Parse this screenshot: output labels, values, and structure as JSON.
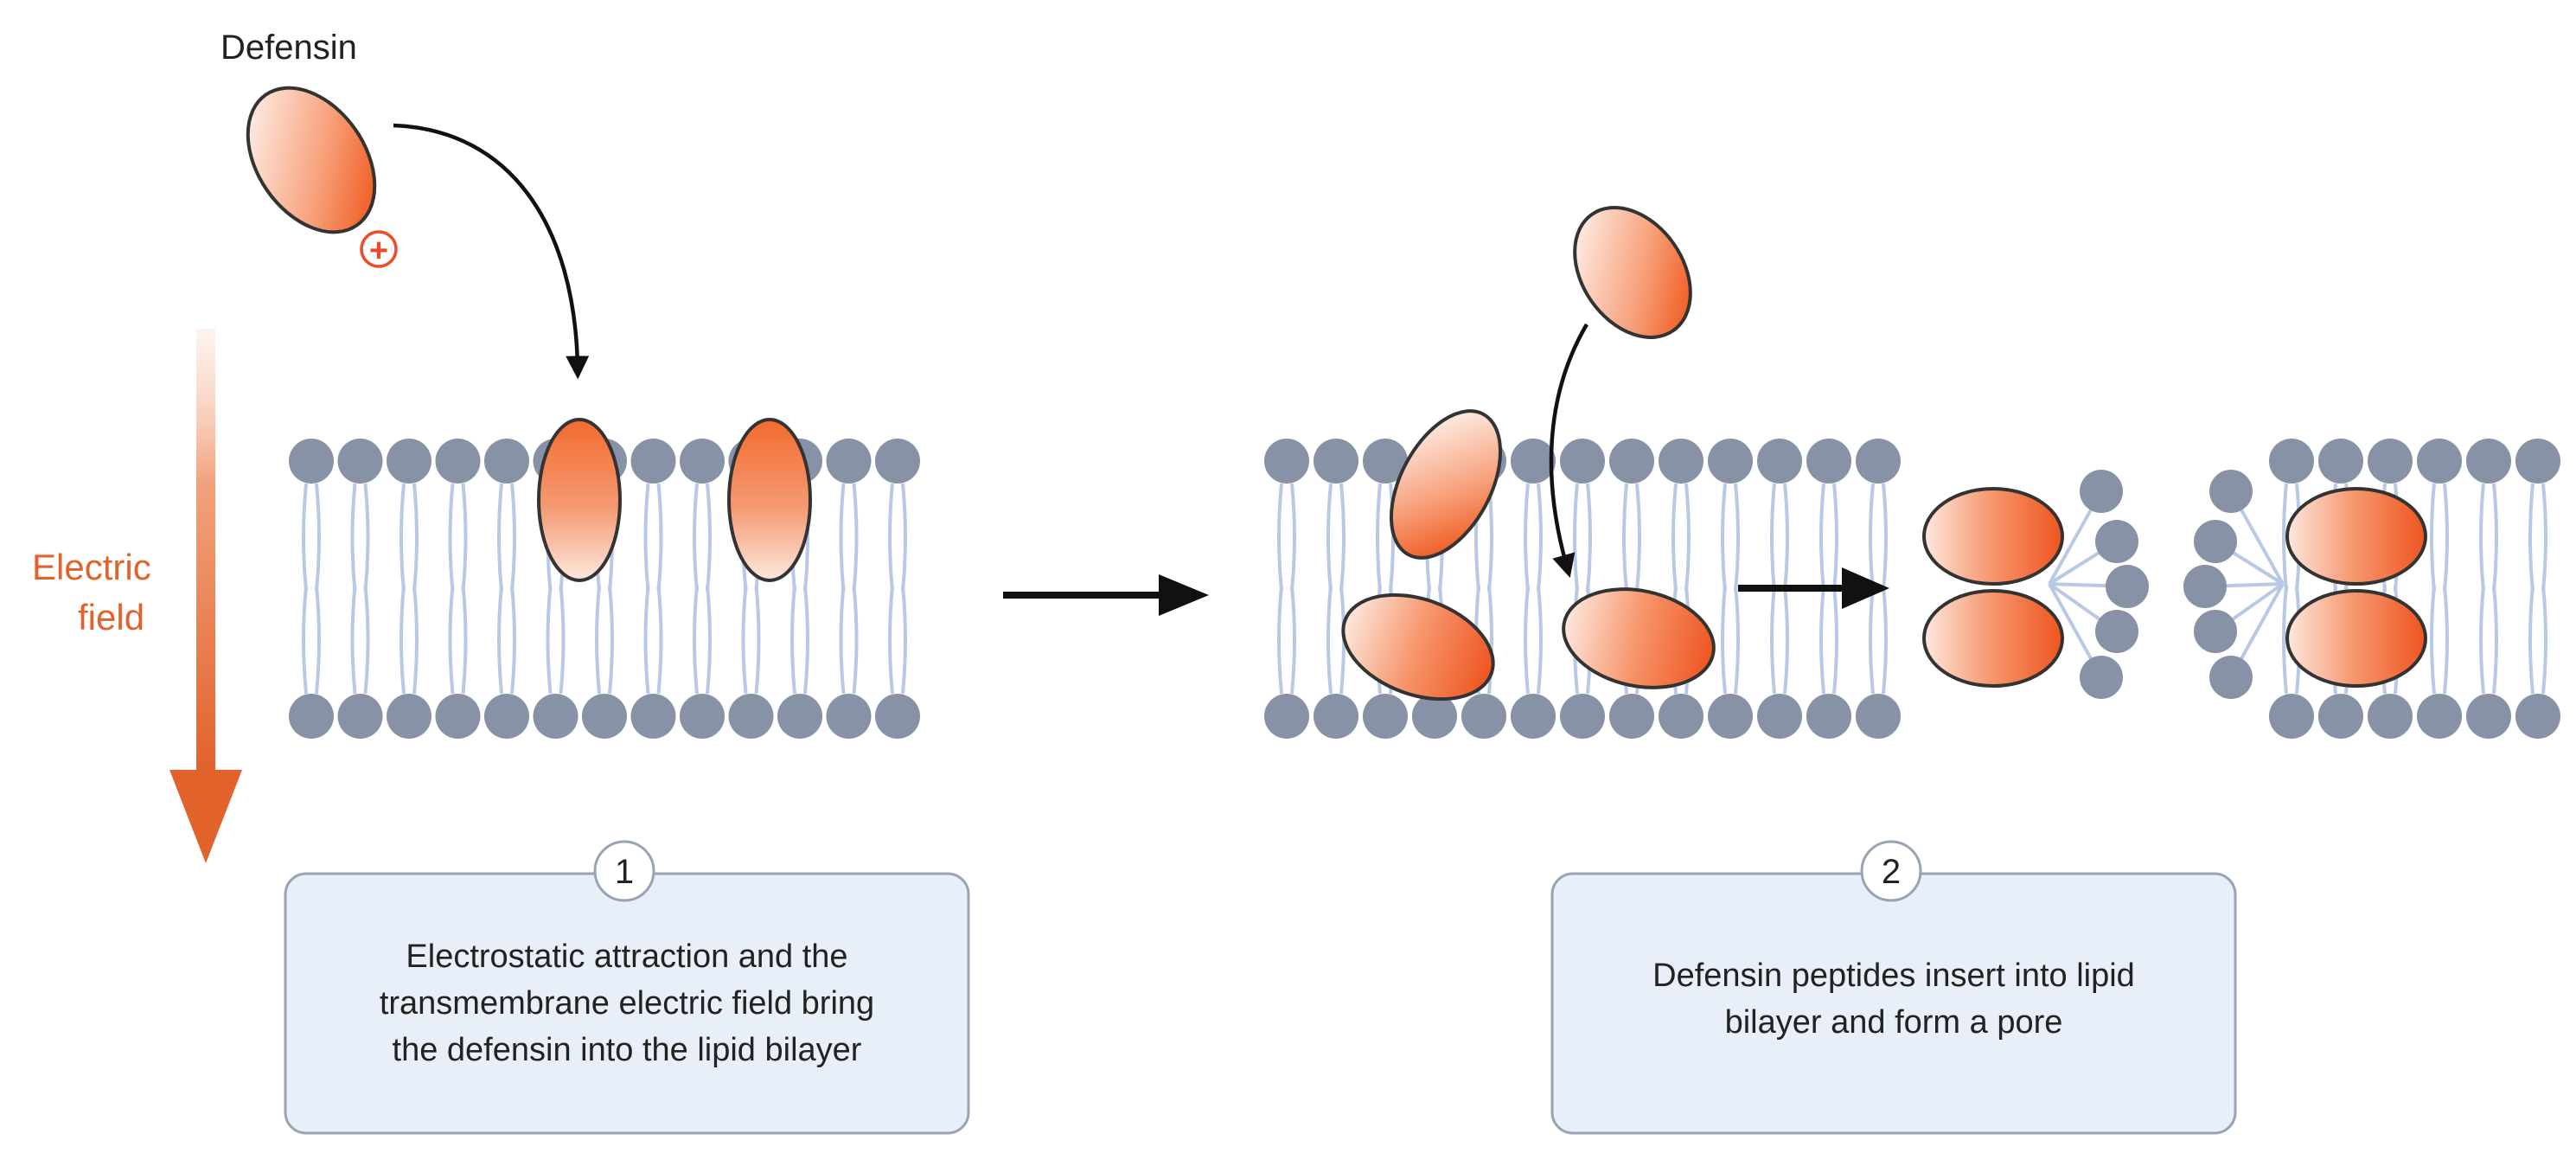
{
  "labels": {
    "defensin": "Defensin",
    "charge_symbol": "+",
    "electric_field": [
      "Electric",
      "field"
    ]
  },
  "steps": [
    {
      "number": "1",
      "lines": [
        "Electrostatic attraction and the",
        "transmembrane electric field bring",
        "the defensin into the lipid bilayer"
      ]
    },
    {
      "number": "2",
      "lines": [
        "Defensin peptides insert into lipid",
        "bilayer and form a pore"
      ]
    }
  ],
  "colors": {
    "peptide_orange": "#f26b2e",
    "lipid_head": "#8892a6",
    "lipid_tail": "#b9c9e3",
    "field_arrow": "#e2622c",
    "box_fill": "#e9eff8",
    "box_border": "#98a4b6",
    "text": "#222222"
  },
  "icons": {
    "charge": "positive-charge-icon",
    "arrows": "black-arrow-icon"
  }
}
